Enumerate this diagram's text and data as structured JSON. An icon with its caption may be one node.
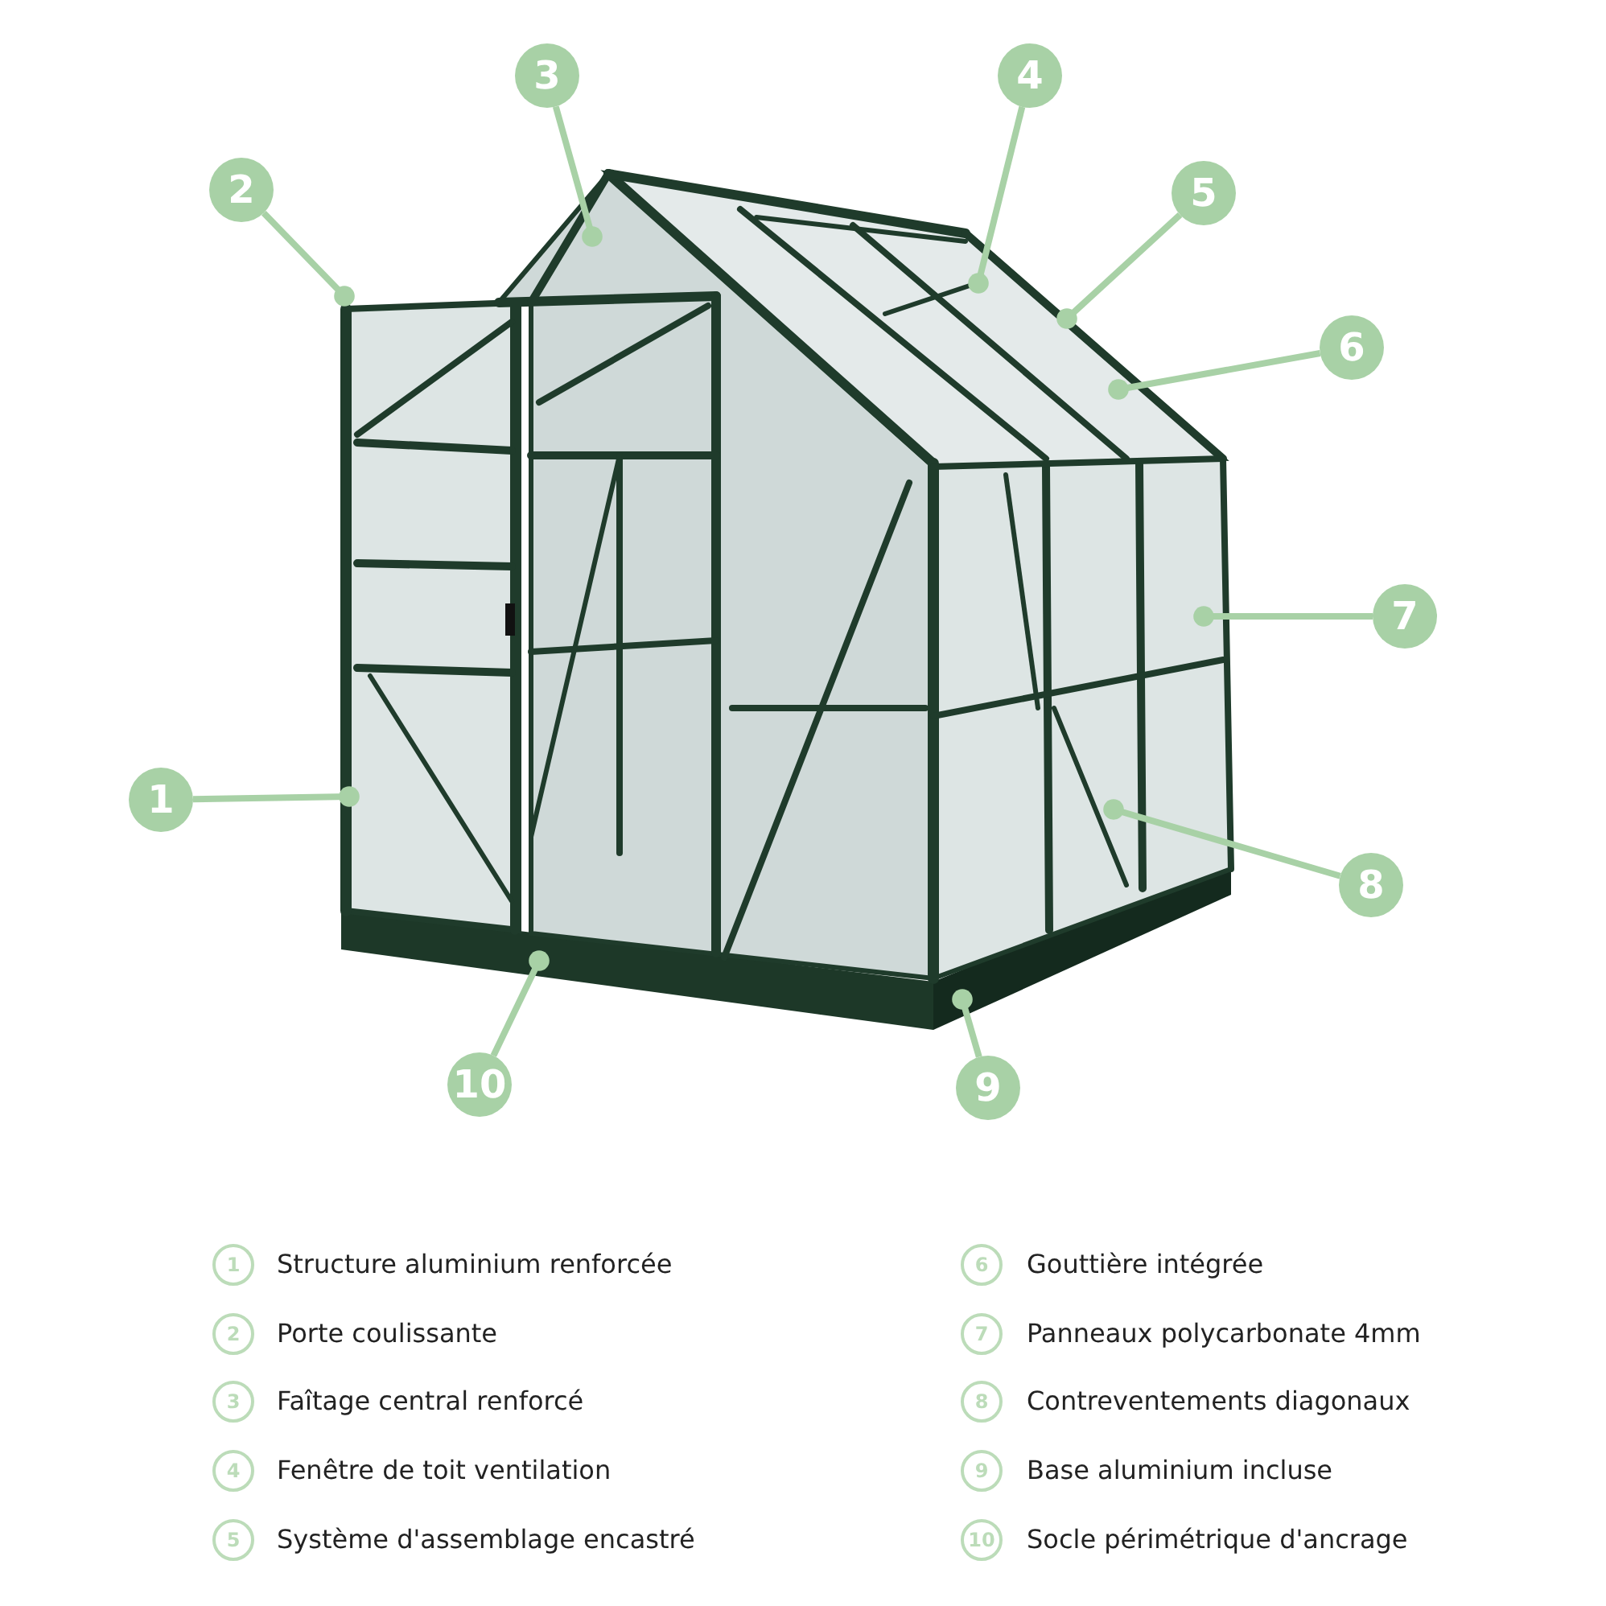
{
  "diagram": {
    "nodes": [
      {
        "text": [
          "1"
        ]
      },
      {
        "text": [
          "2"
        ]
      },
      {
        "text": [
          "3"
        ]
      },
      {
        "text": [
          "4"
        ]
      },
      {
        "text": [
          "5"
        ]
      },
      {
        "text": [
          "6"
        ]
      },
      {
        "text": [
          "7"
        ]
      },
      {
        "text": [
          "8"
        ]
      },
      {
        "text": [
          "9"
        ]
      },
      {
        "text": [
          "10"
        ]
      }
    ],
    "edges": [
      {
        "from": 0,
        "to": null,
        "arrow": "other"
      },
      {
        "from": 1,
        "to": null,
        "arrow": "other"
      },
      {
        "from": 2,
        "to": null,
        "arrow": "other"
      },
      {
        "from": 3,
        "to": null,
        "arrow": "other"
      },
      {
        "from": 4,
        "to": null,
        "arrow": "other"
      },
      {
        "from": 5,
        "to": null,
        "arrow": "other"
      },
      {
        "from": 6,
        "to": null,
        "arrow": "other"
      },
      {
        "from": 7,
        "to": null,
        "arrow": "other"
      },
      {
        "from": 8,
        "to": null,
        "arrow": "other"
      },
      {
        "from": 9,
        "to": null,
        "arrow": "other"
      }
    ],
    "labels": [
      "1",
      "Structure aluminium renforcée",
      "6",
      "Gouttière intégrée",
      "2",
      "Porte coulissante",
      "7",
      "Panneaux polycarbonate 4mm",
      "3",
      "Faîtage central renforcé",
      "8",
      "Contreventements diagonaux",
      "4",
      "Fenêtre de toit ventilation",
      "9",
      "Base aluminium incluse",
      "5",
      "Système d'assemblage encastré",
      "10",
      "Socle périmétrique d'ancrage"
    ]
  }
}
